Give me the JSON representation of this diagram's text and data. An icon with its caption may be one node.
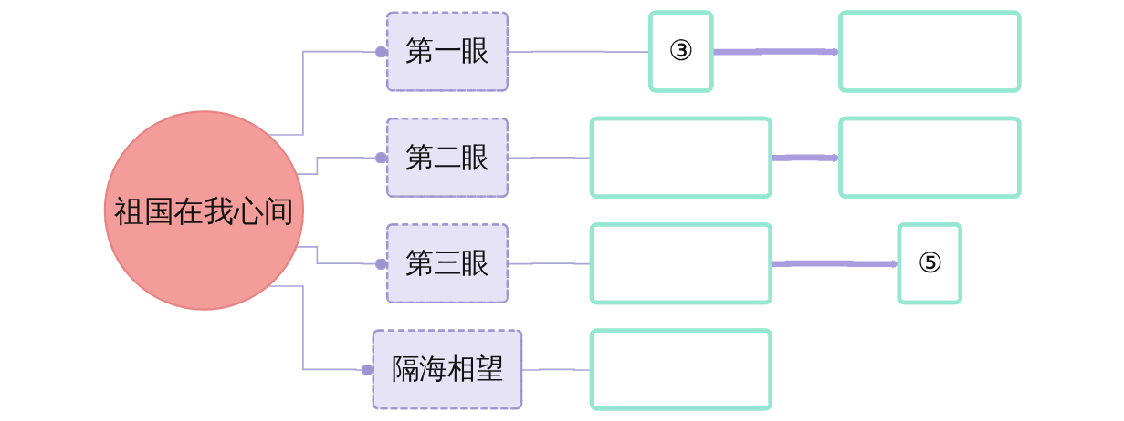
{
  "diagram": {
    "nodes": [
      {
        "text": [
          "祖国在我心间"
        ]
      },
      {
        "text": [
          "第一眼"
        ]
      },
      {
        "text": [
          "③"
        ]
      },
      {
        "text": [],
        "shape": "box"
      },
      {
        "text": [
          "第二眼"
        ]
      },
      {
        "text": [],
        "shape": "box"
      },
      {
        "text": [],
        "shape": "box"
      },
      {
        "text": [
          "第三眼"
        ]
      },
      {
        "text": [],
        "shape": "box"
      },
      {
        "text": [
          "⑤"
        ]
      },
      {
        "text": [
          "隔海相望"
        ]
      },
      {
        "text": [],
        "shape": "box"
      }
    ],
    "edges": [
      {
        "from": 0,
        "to": 1,
        "arrow": "other"
      },
      {
        "from": 0,
        "to": 4,
        "arrow": "other"
      },
      {
        "from": 0,
        "to": 7,
        "arrow": "other"
      },
      {
        "from": 0,
        "to": 10,
        "arrow": "other"
      },
      {
        "from": 1,
        "to": 2,
        "arrow": "none"
      },
      {
        "from": 2,
        "to": 3,
        "arrow": "to",
        "style": "thick"
      },
      {
        "from": 4,
        "to": 5,
        "arrow": "none"
      },
      {
        "from": 5,
        "to": 6,
        "arrow": "to",
        "style": "thick"
      },
      {
        "from": 7,
        "to": 8,
        "arrow": "none"
      },
      {
        "from": 8,
        "to": 9,
        "arrow": "to",
        "style": "thick"
      },
      {
        "from": 10,
        "to": 11,
        "arrow": "none"
      }
    ]
  }
}
